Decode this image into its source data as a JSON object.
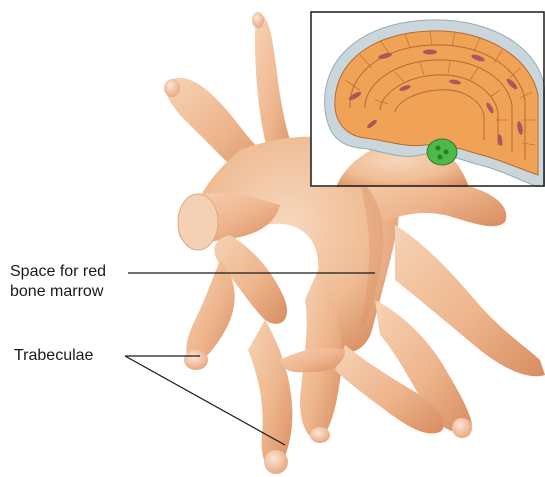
{
  "labels": {
    "marrow_line1": "Space for red",
    "marrow_line2": "bone marrow",
    "trabeculae": "Trabeculae"
  },
  "colors": {
    "bone": "#f2c29e",
    "bone_shadow": "#d88f66",
    "inset_border": "#1a1a1a",
    "lamellae": "#f0a257",
    "osteocyte": "#a8585c",
    "osteoblast_ring": "#c9d6dc",
    "osteoclast": "#4fb84a",
    "leader_line": "#1a1a1a"
  }
}
